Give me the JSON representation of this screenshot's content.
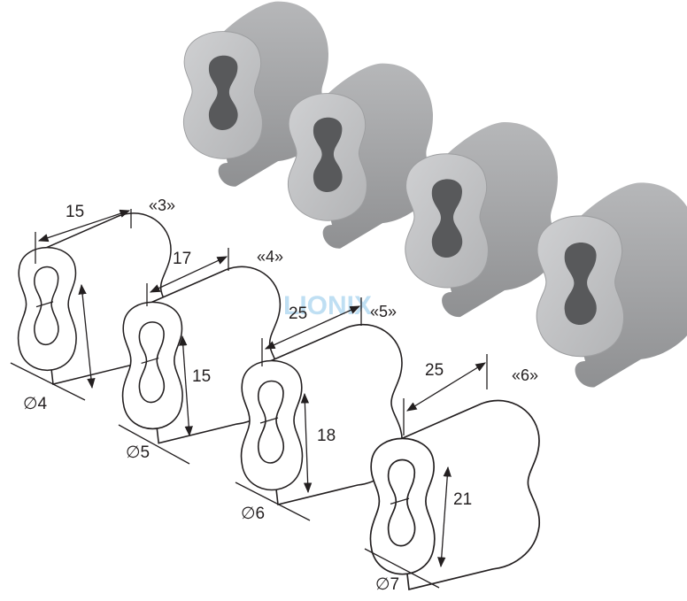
{
  "colors": {
    "sleeve_body": "#a8a9ab",
    "sleeve_face": "#c4c5c7",
    "sleeve_hole": "#58595b",
    "line": "#231f20",
    "watermark": "#b9dcf2"
  },
  "watermark": {
    "text": "LIONIX"
  },
  "photo_sleeves": [
    {
      "icon": "aluminum-ferrule-photo"
    },
    {
      "icon": "aluminum-ferrule-photo"
    },
    {
      "icon": "aluminum-ferrule-photo"
    },
    {
      "icon": "aluminum-ferrule-photo"
    }
  ],
  "drawings": [
    {
      "size_label": "«3»",
      "length": "15",
      "height": "",
      "diameter": "∅4"
    },
    {
      "size_label": "«4»",
      "length": "17",
      "height": "15",
      "diameter": "∅5"
    },
    {
      "size_label": "«5»",
      "length": "25",
      "height": "18",
      "diameter": "∅6"
    },
    {
      "size_label": "«6»",
      "length": "25",
      "height": "21",
      "diameter": "∅7"
    }
  ]
}
